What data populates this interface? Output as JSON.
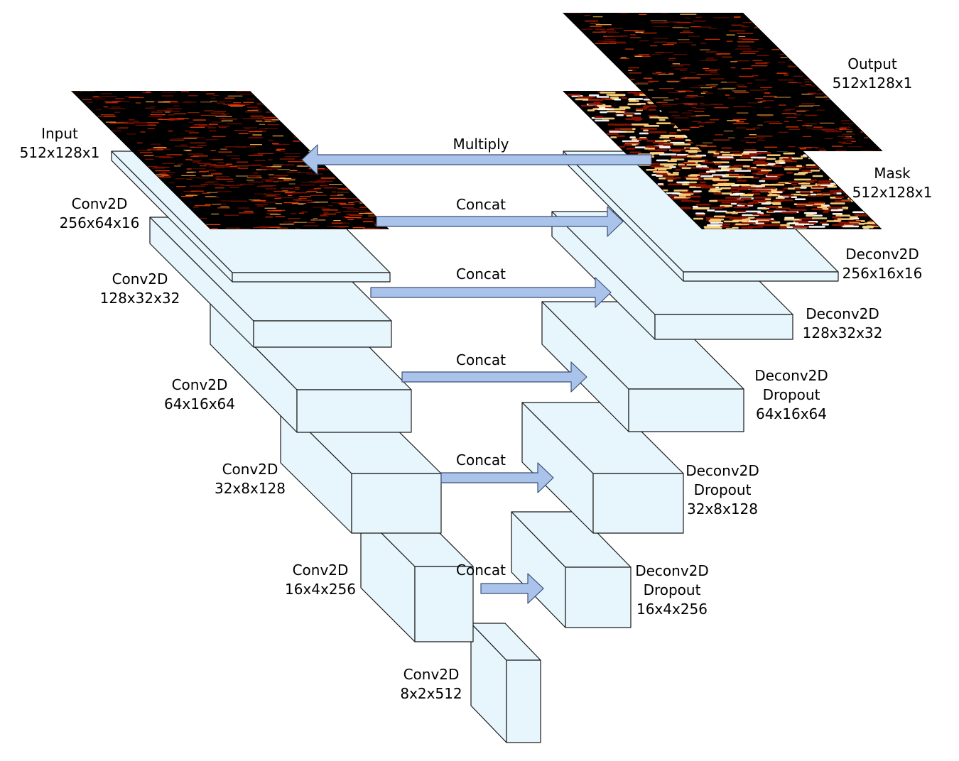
{
  "colors": {
    "block_face": "#e6f6fc",
    "block_edge": "#1a1a1a",
    "arrow_fill": "#a9c3ea",
    "arrow_edge": "#3f4f78",
    "spectrogram_bg": "#000000",
    "spectrogram_hot": "#ff3a00",
    "spectrogram_mask": "#ffd27a"
  },
  "encoder": [
    {
      "id": "input",
      "line1": "Input",
      "line2": "512x128x1"
    },
    {
      "id": "conv1",
      "line1": "Conv2D",
      "line2": "256x64x16"
    },
    {
      "id": "conv2",
      "line1": "Conv2D",
      "line2": "128x32x32"
    },
    {
      "id": "conv3",
      "line1": "Conv2D",
      "line2": "64x16x64"
    },
    {
      "id": "conv4",
      "line1": "Conv2D",
      "line2": "32x8x128"
    },
    {
      "id": "conv5",
      "line1": "Conv2D",
      "line2": "16x4x256"
    },
    {
      "id": "conv6",
      "line1": "Conv2D",
      "line2": "8x2x512"
    }
  ],
  "decoder": [
    {
      "id": "output",
      "line1": "Output",
      "line2": "512x128x1"
    },
    {
      "id": "mask",
      "line1": "Mask",
      "line2": "512x128x1"
    },
    {
      "id": "deconv1",
      "line1": "Deconv2D",
      "line2": "256x16x16"
    },
    {
      "id": "deconv2",
      "line1": "Deconv2D",
      "line2": "128x32x32"
    },
    {
      "id": "deconv3",
      "line1": "Deconv2D",
      "line2": "Dropout",
      "line3": "64x16x64"
    },
    {
      "id": "deconv4",
      "line1": "Deconv2D",
      "line2": "Dropout",
      "line3": "32x8x128"
    },
    {
      "id": "deconv5",
      "line1": "Deconv2D",
      "line2": "Dropout",
      "line3": "16x4x256"
    }
  ],
  "connections": [
    {
      "id": "multiply",
      "label": "Multiply"
    },
    {
      "id": "concat1",
      "label": "Concat"
    },
    {
      "id": "concat2",
      "label": "Concat"
    },
    {
      "id": "concat3",
      "label": "Concat"
    },
    {
      "id": "concat4",
      "label": "Concat"
    },
    {
      "id": "concat5",
      "label": "Concat"
    }
  ]
}
